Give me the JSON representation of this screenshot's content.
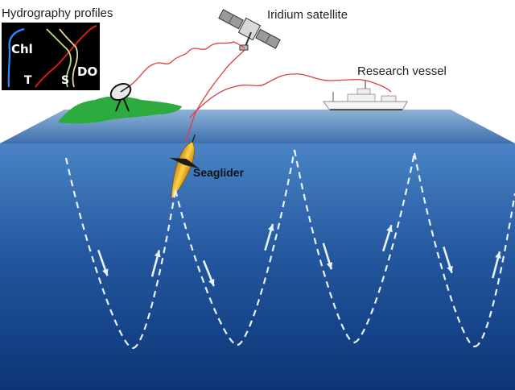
{
  "labels": {
    "hydrography": "Hydrography profiles",
    "satellite": "Iridium satellite",
    "vessel": "Research vessel",
    "glider": "Seaglider"
  },
  "profile_labels": {
    "chl": "Chl",
    "t": "T",
    "s": "S",
    "do": "DO"
  },
  "colors": {
    "sky": "#ffffff",
    "ocean_top": "#3f79bc",
    "ocean_bottom": "#0c3577",
    "island": "#2dab3f",
    "telemetry": "#e03d3d",
    "path": "#e8f3ff",
    "glider": "#f0b324",
    "profile_bg": "#000000",
    "chl": "#2a8bff",
    "t": "#d81b1b",
    "s": "#b9e07a",
    "do": "#ecd6a8"
  },
  "icons": [
    "satellite-icon",
    "dish-antenna-icon",
    "ship-icon",
    "glider-icon"
  ]
}
